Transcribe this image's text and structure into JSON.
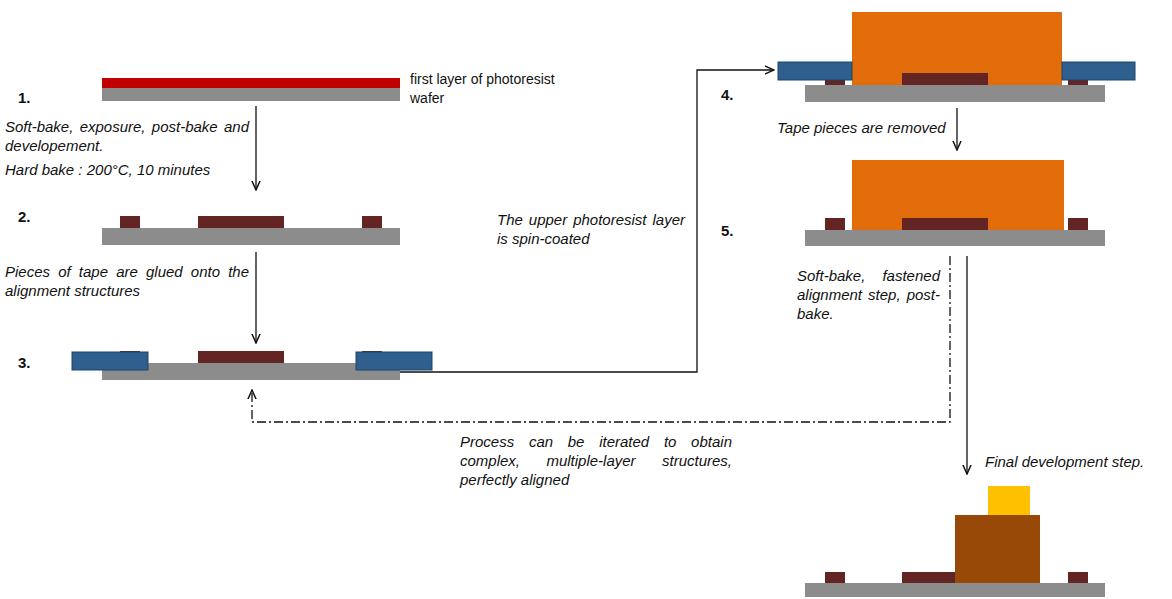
{
  "diagram": {
    "labels": [
      "1.",
      "first layer of photoresist",
      "wafer",
      "Soft-bake, exposure, post-bake and developement.",
      "Hard bake : 200°C, 10 minutes",
      "2.",
      "Pieces of tape are glued onto the alignment structures",
      "3.",
      "The upper photoresist layer is spin-coated",
      "4.",
      "Tape pieces are removed",
      "5.",
      "Soft-bake, fastened alignment step, post-bake.",
      "Process can be iterated to obtain complex, multiple-layer structures, perfectly aligned",
      "Final development step."
    ]
  }
}
